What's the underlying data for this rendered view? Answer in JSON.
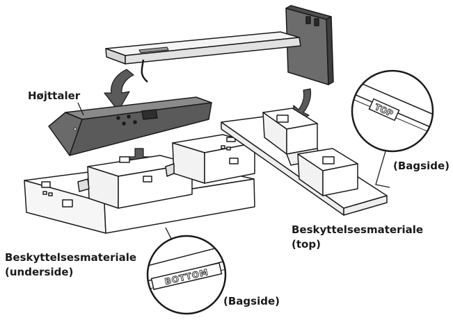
{
  "labels": {
    "speaker": "Højttaler",
    "top_material_line1": "Beskyttelsesmateriale",
    "top_material_line2": "(top)",
    "bottom_material_line1": "Beskyttelsesmateriale",
    "bottom_material_line2": "(underside)",
    "backside_top": "(Bagside)",
    "backside_bottom": "(Bagside)"
  },
  "stamps": {
    "top": "TOP",
    "bottom": "BOTTOM"
  },
  "colors": {
    "outline": "#1a1a1a",
    "speaker_dark": "#5e5e5e",
    "speaker_light": "#8a8a8a",
    "bracket_face": "#f0f0f0",
    "wall_plate": "#6a6a6a",
    "arrow": "#5a5a5a",
    "foam": "#ffffff",
    "foam_shade": "#e8e8e8"
  }
}
